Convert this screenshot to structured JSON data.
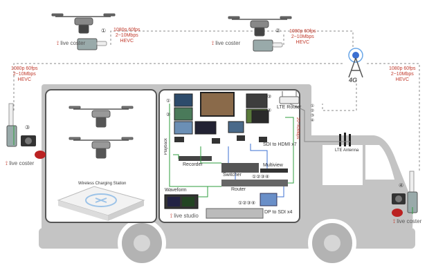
{
  "streams": {
    "spec_line1": "1080p 60fps",
    "spec_line2": "2~10Mbps",
    "spec_line3": "HEVC"
  },
  "brand": {
    "mark": "live coster",
    "studio": "live studio"
  },
  "markers": {
    "m1": "①",
    "m2": "②",
    "m3": "③",
    "m4": "④",
    "m1234": "①②③④",
    "m12": "①②",
    "m34": "③④"
  },
  "station": {
    "label": "Wireless Charging Station"
  },
  "equipment": {
    "playback": "Playback",
    "recorder": "Recorder",
    "switcher": "Switcher",
    "multiview": "Multiview",
    "router": "Router",
    "waveform": "Waveform",
    "dp_to_sdi": "DP to SDI x4",
    "sdi_to_hdmi": "SDI to HDMI x7",
    "lte_router": "LTE Router",
    "lte_antenna": "LTE Antenna",
    "bandwidth": "20~40Mbps",
    "network": "4G"
  },
  "colors": {
    "red_text": "#c0392b",
    "green_link": "#2e9e3e",
    "blue_link": "#3b6fd1",
    "truck": "#bdbdbd",
    "panel_border": "#555555"
  }
}
